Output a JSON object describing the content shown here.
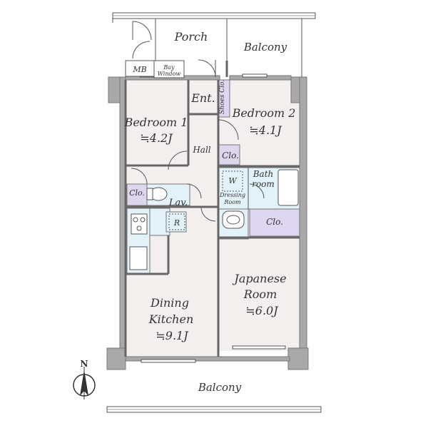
{
  "rooms": {
    "porch": "Porch",
    "balcony_top": "Balcony",
    "balcony_bottom": "Balcony",
    "mb": "MB",
    "bay_window_1": "Bay",
    "bay_window_2": "Window",
    "entrance": "Ent.",
    "shoes_closet": "Shoes Clo.",
    "bedroom1": {
      "name": "Bedroom 1",
      "area": "≒4.2J"
    },
    "bedroom2": {
      "name": "Bedroom 2",
      "area": "≒4.1J"
    },
    "hall": "Hall",
    "closet_bed2": "Clo.",
    "closet_bed1": "Clo.",
    "washer": "W",
    "bathroom_1": "Bath",
    "bathroom_2": "room",
    "dressing_1": "Dressing",
    "dressing_2": "Room",
    "lavatory": "Lav.",
    "refrigerator": "R",
    "closet_japanese": "Clo.",
    "japanese_room": {
      "name_1": "Japanese",
      "name_2": "Room",
      "area": "≒6.0J"
    },
    "dining_kitchen": {
      "name_1": "Dining",
      "name_2": "Kitchen",
      "area": "≒9.1J"
    }
  },
  "compass": {
    "label": "N"
  },
  "colors": {
    "wall": "#a9a9a9",
    "wall_dark": "#8f8f8f",
    "floor": "#f4efef",
    "tatami": "#f4efef",
    "closet": "#ddd6ee",
    "wet_area": "#e3f1f8",
    "line": "#555555"
  }
}
